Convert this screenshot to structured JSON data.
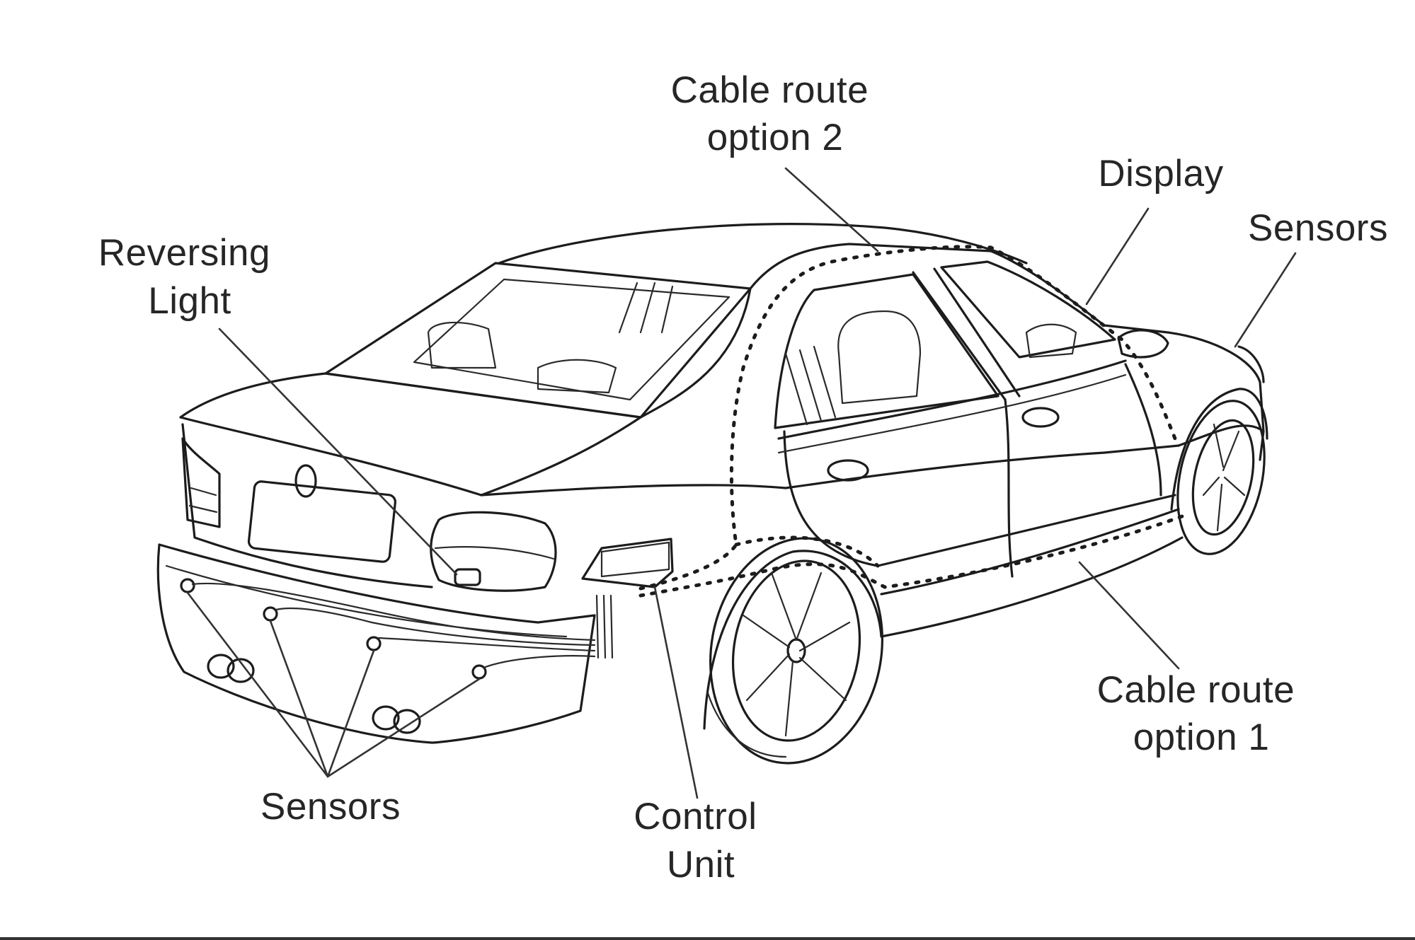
{
  "labels": {
    "cable_route_option_2": [
      "Cable route",
      "option 2"
    ],
    "display": "Display",
    "sensors_front": "Sensors",
    "reversing_light": [
      "Reversing",
      "Light"
    ],
    "cable_route_option_1": [
      "Cable route",
      "option 1"
    ],
    "sensors_rear": "Sensors",
    "control_unit": [
      "Control",
      "Unit"
    ]
  },
  "colors": {
    "line": "#1c1c1c",
    "text": "#262626",
    "background": "#ffffff"
  }
}
